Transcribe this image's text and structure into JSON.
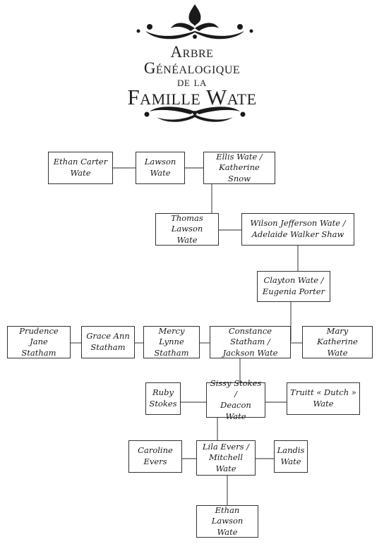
{
  "title": {
    "line1": "Arbre",
    "line2": "Généalogique",
    "line3": "de la",
    "line4": "Famille Wate"
  },
  "people": {
    "ethan_carter": "Ethan Carter\nWate",
    "lawson": "Lawson\nWate",
    "ellis": "Ellis Wate /\nKatherine Snow",
    "thomas": "Thomas Lawson\nWate",
    "wilson": "Wilson Jefferson Wate /\nAdelaide Walker Shaw",
    "clayton": "Clayton Wate /\nEugenia Porter",
    "prudence": "Prudence Jane\nStatham",
    "grace": "Grace Ann\nStatham",
    "mercy": "Mercy Lynne\nStatham",
    "constance": "Constance Statham /\nJackson Wate",
    "mary": "Mary Katherine\nWate",
    "ruby": "Ruby\nStokes",
    "sissy": "Sissy Stokes /\nDeacon Wate",
    "truitt": "Truitt « Dutch »\nWate",
    "caroline": "Caroline\nEvers",
    "lila": "Lila Evers /\nMitchell Wate",
    "landis": "Landis\nWate",
    "ethan_lawson": "Ethan Lawson\nWate"
  },
  "colors": {
    "ink": "#1a1a1a",
    "line": "#555555"
  },
  "icons": [
    "top-flourish-icon",
    "bottom-flourish-icon"
  ]
}
